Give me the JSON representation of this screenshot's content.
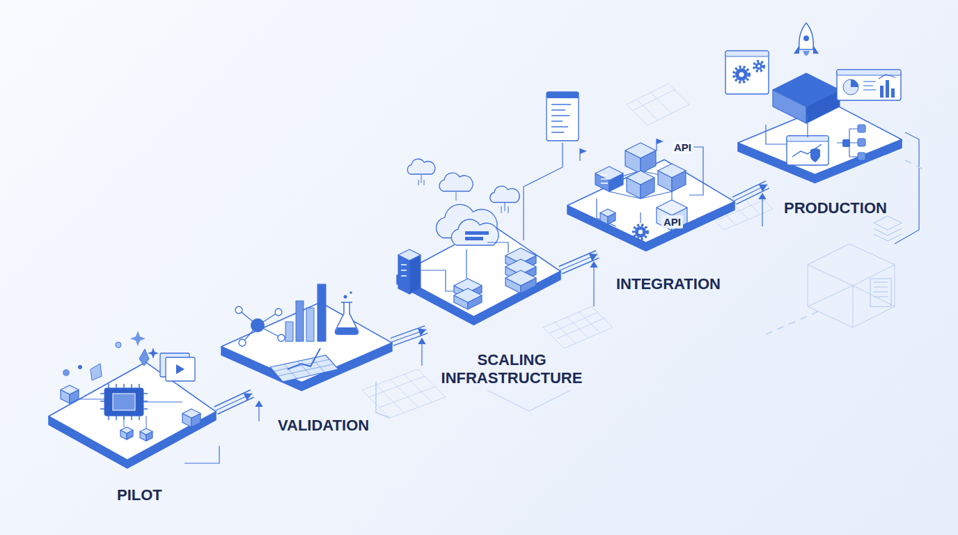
{
  "diagram": {
    "nodes": [
      {
        "text": [
          "PILOT"
        ]
      },
      {
        "text": [
          "VALIDATION"
        ]
      },
      {
        "text": [
          "SCALING INFRASTRUCTURE"
        ]
      },
      {
        "text": [
          "INTEGRATION"
        ]
      },
      {
        "text": [
          "PRODUCTION"
        ]
      }
    ],
    "edges": [
      {
        "from": 0,
        "to": 1,
        "arrow": "to"
      },
      {
        "from": 1,
        "to": 2,
        "arrow": "to"
      },
      {
        "from": 2,
        "to": 3,
        "arrow": "to"
      },
      {
        "from": 3,
        "to": 4,
        "arrow": "to"
      }
    ],
    "labels": [
      "API",
      "API"
    ]
  }
}
